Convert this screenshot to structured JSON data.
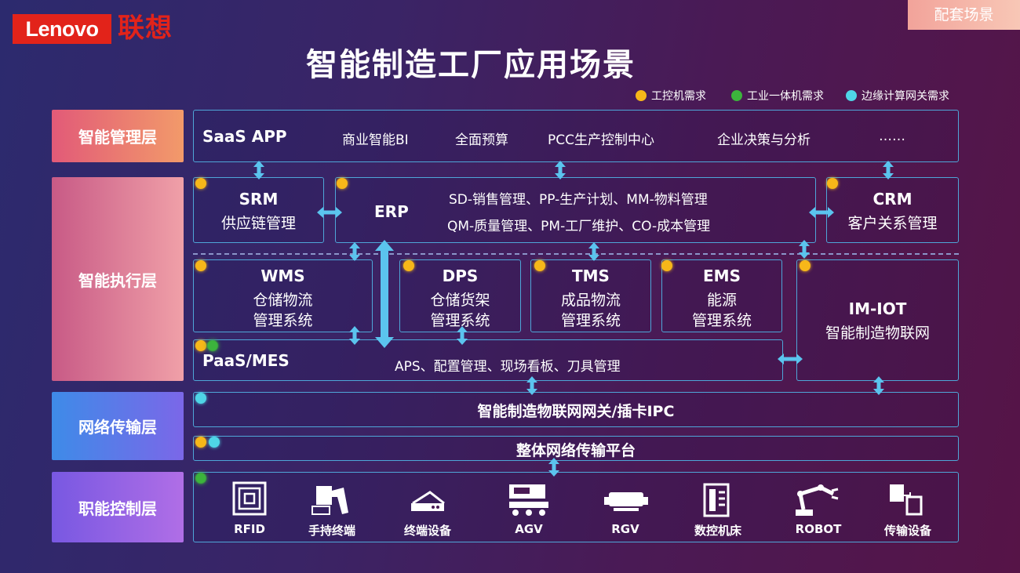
{
  "brand": {
    "logo_text": "Lenovo",
    "logo_cn": "联想"
  },
  "tag": "配套场景",
  "title": "智能制造工厂应用场景",
  "legend": [
    {
      "label": "工控机需求",
      "color": "#f7b719"
    },
    {
      "label": "工业一体机需求",
      "color": "#3cb43c"
    },
    {
      "label": "边缘计算网关需求",
      "color": "#4fd5e6"
    }
  ],
  "layers": {
    "management": "智能管理层",
    "execution": "智能执行层",
    "network": "网络传输层",
    "control": "职能控制层"
  },
  "management_row": {
    "saas": "SaaS APP",
    "items": [
      "商业智能BI",
      "全面预算",
      "PCC生产控制中心",
      "企业决策与分析",
      "……"
    ]
  },
  "srm": {
    "code": "SRM",
    "desc": "供应链管理"
  },
  "erp": {
    "code": "ERP",
    "line1": "SD-销售管理、PP-生产计划、MM-物料管理",
    "line2": "QM-质量管理、PM-工厂维护、CO-成本管理"
  },
  "crm": {
    "code": "CRM",
    "desc": "客户关系管理"
  },
  "wms": {
    "code": "WMS",
    "line1": "仓储物流",
    "line2": "管理系统"
  },
  "dps": {
    "code": "DPS",
    "line1": "仓储货架",
    "line2": "管理系统"
  },
  "tms": {
    "code": "TMS",
    "line1": "成品物流",
    "line2": "管理系统"
  },
  "ems": {
    "code": "EMS",
    "line1": "能源",
    "line2": "管理系统"
  },
  "imiot": {
    "code": "IM-IOT",
    "desc": "智能制造物联网"
  },
  "mes": {
    "code": "PaaS/MES",
    "desc": "APS、配置管理、现场看板、刀具管理"
  },
  "gateway": "智能制造物联网网关/插卡IPC",
  "platform": "整体网络传输平台",
  "devices": [
    {
      "label": "RFID",
      "icon": "rfid-icon"
    },
    {
      "label": "手持终端",
      "icon": "handheld-terminal-icon"
    },
    {
      "label": "终端设备",
      "icon": "terminal-device-icon"
    },
    {
      "label": "AGV",
      "icon": "agv-icon"
    },
    {
      "label": "RGV",
      "icon": "rgv-icon"
    },
    {
      "label": "数控机床",
      "icon": "cnc-machine-icon"
    },
    {
      "label": "ROBOT",
      "icon": "robot-arm-icon"
    },
    {
      "label": "传输设备",
      "icon": "transfer-device-icon"
    }
  ],
  "colors": {
    "border": "#4fa6d8",
    "arrow": "#5bc4ee",
    "layer_management": [
      "#e25a78",
      "#f29a6a"
    ],
    "layer_execution": [
      "#c85a86",
      "#f0a0a8"
    ],
    "layer_network": [
      "#3e8be8",
      "#7b67e8"
    ],
    "layer_control": [
      "#7858e2",
      "#b06ee6"
    ]
  }
}
